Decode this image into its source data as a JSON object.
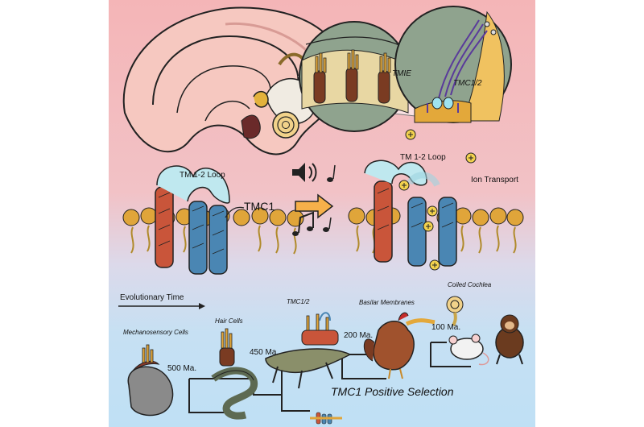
{
  "labels": {
    "tmie": "TMIE",
    "tmc12_top": "TMC1/2",
    "tm_loop_left": "TM 1-2 Loop",
    "tm_loop_right": "TM 1-2 Loop",
    "tmc1": "TMC1",
    "ion_transport": "Ion Transport",
    "evolutionary_time": "Evolutionary Time",
    "mechanosensory_cells": "Mechanosensory Cells",
    "hair_cells": "Hair Cells",
    "tmc12_bottom": "TMC1/2",
    "basilar_membranes": "Basilar Membranes",
    "coiled_cochlea": "Coiled Cochlea",
    "ma_500": "500 Ma.",
    "ma_450": "450 Ma.",
    "ma_200": "200 Ma.",
    "ma_100": "100 Ma.",
    "tmc1_positive_selection": "TMC1 Positive Selection"
  },
  "icons": [
    "speaker-icon",
    "music-note-icon",
    "double-music-note-icon",
    "arrow-right-icon",
    "plus-ion-icon"
  ],
  "colors": {
    "top_background": "#f4b5b7",
    "bottom_background": "#bfe0f5",
    "helix_red": "#c9553a",
    "helix_blue": "#4a86b3",
    "loop_cyan": "#bfe8ef",
    "lipid_head": "#e0a53a"
  }
}
